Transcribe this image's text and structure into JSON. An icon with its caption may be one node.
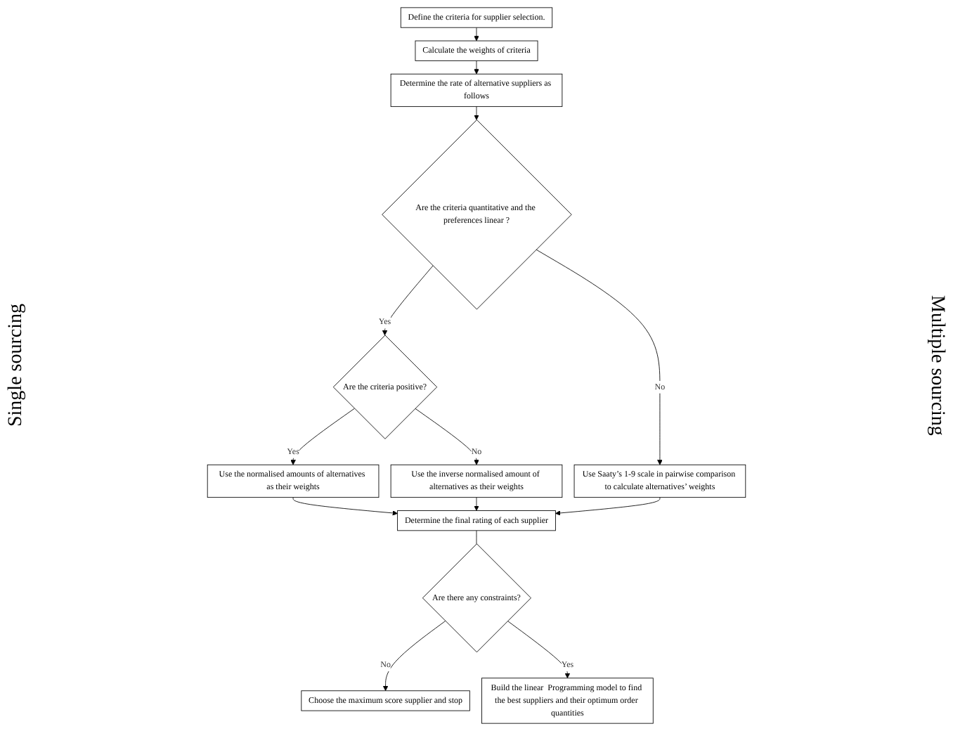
{
  "diagram": {
    "nodes": [
      {
        "text": [
          "Define the criteria for supplier selection."
        ]
      },
      {
        "text": [
          "Calculate the weights of criteria"
        ]
      },
      {
        "text": [
          "Determine the rate of alternative suppliers as follows"
        ]
      },
      {
        "text": [
          "Are the criteria quantitative and the preferences linear ?"
        ]
      },
      {
        "text": [
          "Are the criteria positive?"
        ]
      },
      {
        "text": [
          "Use the normalised amounts of alternatives as their weights"
        ]
      },
      {
        "text": [
          "Use the inverse normalised amount of alternatives as their weights"
        ]
      },
      {
        "text": [
          "Use Saaty’s 1-9 scale in pairwise comparison to calculate alternatives’ weights"
        ]
      },
      {
        "text": [
          "Determine the final rating of each supplier"
        ]
      },
      {
        "text": [
          "Are there any constraints?"
        ]
      },
      {
        "text": [
          "Choose the maximum score supplier and stop"
        ]
      },
      {
        "text": [
          "Build the linear  Programming model to find the best suppliers and their optimum order quantities"
        ]
      }
    ],
    "edges": [
      {
        "from": 0,
        "to": 1,
        "arrow": "to"
      },
      {
        "from": 1,
        "to": 2,
        "arrow": "to"
      },
      {
        "from": 2,
        "to": 3,
        "arrow": "to"
      },
      {
        "from": 3,
        "to": 4,
        "arrow": "to",
        "label": "Yes"
      },
      {
        "from": 3,
        "to": 7,
        "arrow": "to",
        "label": "No"
      },
      {
        "from": 4,
        "to": 5,
        "arrow": "to",
        "label": "Yes"
      },
      {
        "from": 4,
        "to": 6,
        "arrow": "to",
        "label": "No"
      },
      {
        "from": 5,
        "to": 8,
        "arrow": "to"
      },
      {
        "from": 6,
        "to": 8,
        "arrow": "to"
      },
      {
        "from": 7,
        "to": 8,
        "arrow": "to"
      },
      {
        "from": 8,
        "to": 9,
        "arrow": "none"
      },
      {
        "from": 9,
        "to": 10,
        "arrow": "to",
        "label": "No"
      },
      {
        "from": 9,
        "to": 11,
        "arrow": "to",
        "label": "Yes"
      }
    ],
    "labels": [
      "Single sourcing",
      "Multiple sourcing"
    ]
  }
}
